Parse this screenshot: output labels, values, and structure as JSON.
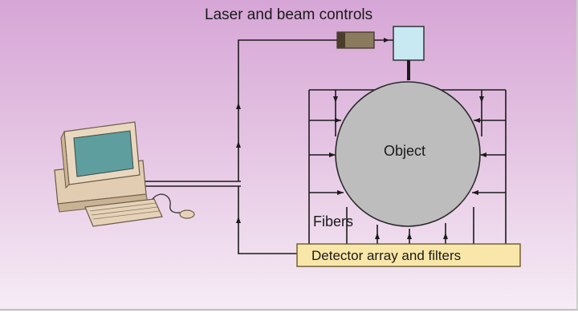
{
  "labels": {
    "laser_controls": "Laser and beam controls",
    "object": "Object",
    "fibers": "Fibers",
    "detector": "Detector array and filters"
  },
  "colors": {
    "background_top": "#d6a6d6",
    "background_bottom": "#f6ecf5",
    "object_fill": "#bdbdbd",
    "detector_fill": "#f8e7a8",
    "laser_box_fill": "#c8e8f2",
    "computer_body": "#e6d2b8",
    "computer_screen": "#5f9e9e",
    "laser_body": "#8a7a5e"
  },
  "icons": [
    "computer-icon",
    "laser-icon",
    "mouse-icon"
  ]
}
